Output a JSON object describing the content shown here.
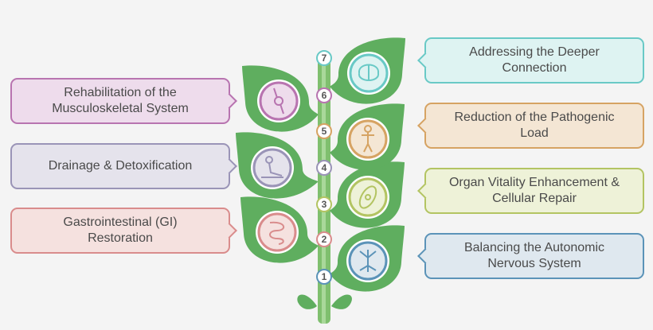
{
  "diagram": {
    "steps": [
      {
        "number": "1",
        "label": "Balancing the Autonomic\nNervous System",
        "side": "right",
        "color": "#5b93b8",
        "fill": "#dfe8ef",
        "icon": "nerves-icon"
      },
      {
        "number": "2",
        "label": "Gastrointestinal (GI)\nRestoration",
        "side": "left",
        "color": "#d98c8c",
        "fill": "#f5e1df",
        "icon": "intestine-icon"
      },
      {
        "number": "3",
        "label": "Organ Vitality Enhancement &\nCellular Repair",
        "side": "right",
        "color": "#b3c462",
        "fill": "#eef2d8",
        "icon": "cell-icon"
      },
      {
        "number": "4",
        "label": "Drainage & Detoxification",
        "side": "left",
        "color": "#9a94b7",
        "fill": "#e5e3ec",
        "icon": "massage-icon"
      },
      {
        "number": "5",
        "label": "Reduction of the Pathogenic\nLoad",
        "side": "right",
        "color": "#d6a363",
        "fill": "#f4e6d4",
        "icon": "body-icon"
      },
      {
        "number": "6",
        "label": "Rehabilitation of the\nMusculoskeletal System",
        "side": "left",
        "color": "#b874b0",
        "fill": "#eedcec",
        "icon": "knee-joint-icon"
      },
      {
        "number": "7",
        "label": "Addressing the Deeper\nConnection",
        "side": "right",
        "color": "#69c9c6",
        "fill": "#def3f2",
        "icon": "brain-icon"
      }
    ],
    "colors": {
      "leaf": "#5fae5f",
      "stem": "#7fbf6e",
      "stem_light": "#a9d89a"
    }
  }
}
